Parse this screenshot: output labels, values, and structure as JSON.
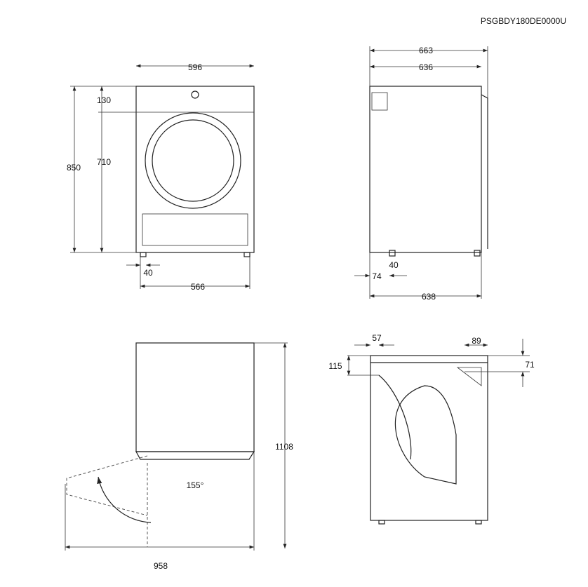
{
  "model_code": "PSGBDY180DE0000U",
  "front_view": {
    "width": "596",
    "top_height": "130",
    "door_height": "710",
    "total_height": "850",
    "foot_offset": "40",
    "foot_span": "566"
  },
  "side_view": {
    "depth_total": "663",
    "depth_body": "636",
    "foot_offset": "40",
    "rear_offset": "74",
    "depth_base": "638"
  },
  "door_open_view": {
    "angle": "155°",
    "height_with_door": "1108",
    "width_door_open": "958"
  },
  "rear_view": {
    "hose_offset": "57",
    "hose_height": "115",
    "outlet_offset": "89",
    "outlet_height": "71"
  }
}
